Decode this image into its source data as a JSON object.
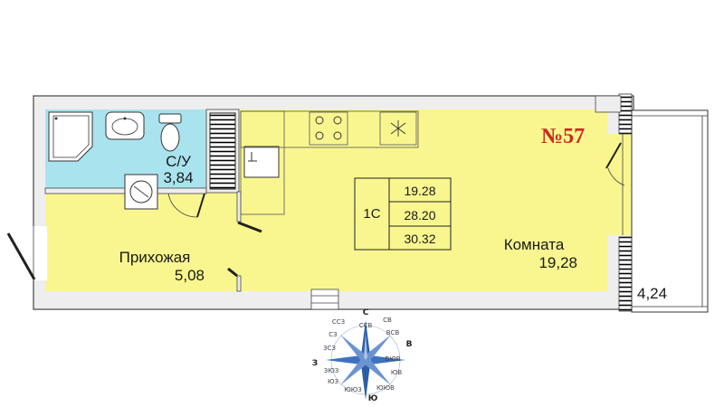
{
  "apartment_number": "№57",
  "rooms": {
    "bathroom": {
      "name": "С/У",
      "area": "3,84"
    },
    "hallway": {
      "name": "Прихожая",
      "area": "5,08"
    },
    "room": {
      "name": "Комната",
      "area": "19,28"
    },
    "balcony": {
      "area": "4,24"
    }
  },
  "summary_table": {
    "type": "1С",
    "areas": [
      "19.28",
      "28.20",
      "30.32"
    ]
  },
  "compass": {
    "main": {
      "n": "С",
      "e": "В",
      "s": "Ю",
      "w": "З"
    },
    "inter": {
      "nne": "ССВ",
      "ne": "СВ",
      "ene": "ВСВ",
      "ese": "ВЮВ",
      "se": "ЮВ",
      "sse": "ЮЮВ",
      "ssw": "ЮЮЗ",
      "sw": "ЮЗ",
      "wsw": "ЗЮЗ",
      "wnw": "ЗСЗ",
      "nw": "СЗ",
      "nnw": "ССЗ"
    }
  },
  "colors": {
    "living_fill": "#f9f68f",
    "bathroom_fill": "#a9e3ee",
    "wall_fill": "#eeeeee",
    "number_color": "#cc2a1f"
  }
}
